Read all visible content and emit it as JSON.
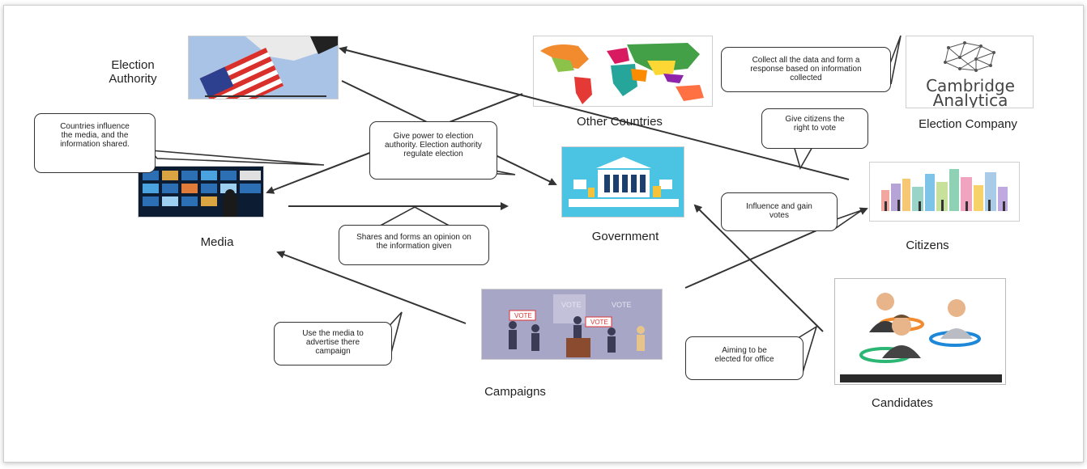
{
  "nodes": {
    "election_authority": "Election\nAuthority",
    "other_countries": "Other Countries",
    "election_company": "Election Company",
    "media": "Media",
    "government": "Government",
    "citizens": "Citizens",
    "campaigns": "Campaigns",
    "candidates": "Candidates"
  },
  "logo": {
    "line1": "Cambridge",
    "line2": "Analytica"
  },
  "image_text": {
    "vote1": "VOTE",
    "vote2": "VOTE",
    "vote3": "VOTE",
    "vote4": "VOTE"
  },
  "bubbles": {
    "countries_influence": "Countries influence the media, and the information shared.",
    "give_power": "Give power to election authority. Election authority regulate election",
    "collect_data": "Collect all the data and form a response based on information collected",
    "give_citizens_right": "Give citizens the right to vote",
    "influence_votes": "Influence and gain votes",
    "shares_opinion": "Shares and forms an opinion on the information given",
    "use_media": "Use the media to advertise there campaign",
    "aiming_elected": "Aiming to be elected for office"
  },
  "colors": {
    "arrow": "#333333",
    "gov_bg": "#4bc3e3",
    "campaign_bg": "#a7a6c7",
    "ring_green": "#2bb673",
    "ring_blue": "#1e88d8"
  }
}
